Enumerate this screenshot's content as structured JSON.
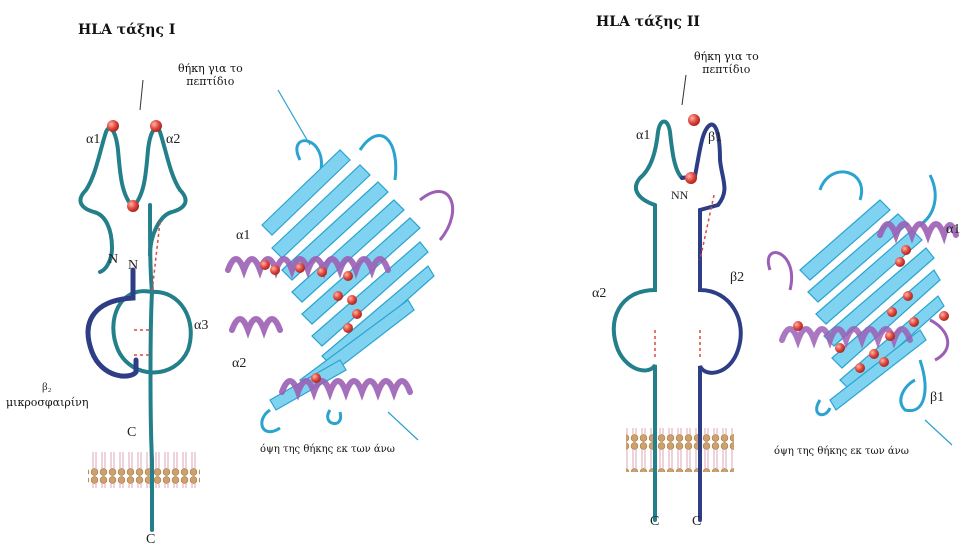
{
  "class1": {
    "title": "HLA τάξης I",
    "groove_label": "θήκη για το\nπεπτίδιο",
    "labels": {
      "a1": "α1",
      "a2": "α2",
      "a3": "α3",
      "n1": "N",
      "n2": "N",
      "c_upper": "C",
      "c_lower": "C",
      "b2m_top": "β₂",
      "b2m_bottom": "μικροσφαιρίνη",
      "ribbon_a1": "α1",
      "ribbon_a2": "α2"
    },
    "caption": "όψη της θήκης εκ των άνω"
  },
  "class2": {
    "title": "HLA τάξης II",
    "groove_label": "θήκη για το\nπεπτίδιο",
    "labels": {
      "a1": "α1",
      "b1": "β1",
      "nn": "NN",
      "a2": "α2",
      "b2": "β2",
      "c1": "C",
      "c2": "C",
      "ribbon_a1": "α1",
      "ribbon_b1": "β1"
    },
    "caption": "όψη της θήκης εκ των άνω"
  },
  "colors": {
    "teal": "#23808a",
    "navy": "#2e3e86",
    "sheet": "#7fd3f0",
    "sheet_edge": "#2aa3d0",
    "helix": "#9b5fb5",
    "helix_light": "#c8a6e0",
    "peptide_ball": "#e0463c",
    "membrane": "#e9c7cf"
  }
}
